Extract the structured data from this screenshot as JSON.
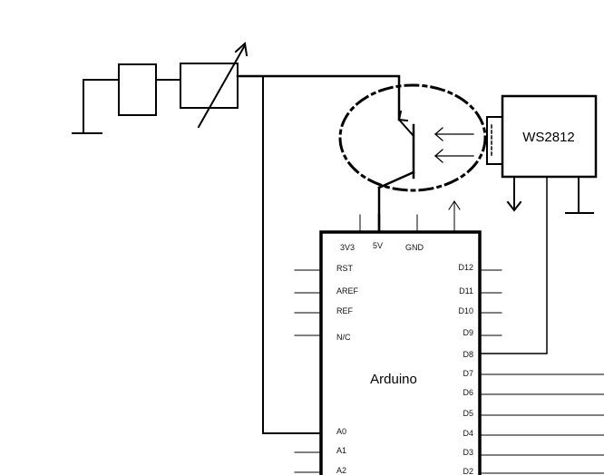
{
  "arduino": {
    "name": "Arduino",
    "top_pins": [
      "3V3",
      "5V",
      "GND"
    ],
    "left_pins": [
      "RST",
      "AREF",
      "REF",
      "N/C",
      "A0",
      "A1",
      "A2"
    ],
    "right_pins": [
      "D12",
      "D11",
      "D10",
      "D9",
      "D8",
      "D7",
      "D6",
      "D5",
      "D4",
      "D3",
      "D2"
    ]
  },
  "led_module": {
    "name": "WS2812"
  }
}
